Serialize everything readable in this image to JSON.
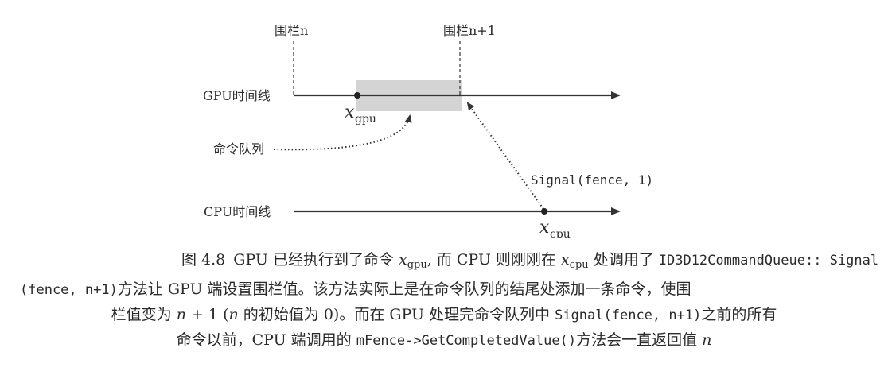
{
  "diagram": {
    "fence_n_label": "围栏n",
    "fence_n1_label": "围栏n+1",
    "gpu_timeline_label": "GPU时间线",
    "cpu_timeline_label": "CPU时间线",
    "x_gpu_main": "x",
    "x_gpu_sub": "gpu",
    "x_cpu_main": "x",
    "x_cpu_sub": "cpu",
    "command_queue_label": "命令队列",
    "signal_label": "Signal(fence, 1)"
  },
  "caption": {
    "figure_number": "图 4.8",
    "seg1": "GPU 已经执行到了命令 ",
    "x1": "x",
    "x1_sub": "gpu",
    "seg2": ", 而 CPU 则刚刚在 ",
    "x2": "x",
    "x2_sub": "cpu",
    "seg3": " 处调用了 ",
    "code1": "ID3D12CommandQueue:: Signal",
    "code2": "(fence, n+1)",
    "seg4": "方法让 GPU 端设置围栏值。该方法实际上是在命令队列的结尾处添加一条命令，使围",
    "seg5": "栏值变为 ",
    "n_var": "n",
    "seg6": " + 1 (",
    "n_var2": "n",
    "seg7": " 的初始值为 0)。而在 GPU 处理完命令队列中 ",
    "code3": "Signal(fence, n+1)",
    "seg8": "之前的所有",
    "seg9": "命令以前，CPU 端调用的 ",
    "code4": "mFence->GetCompletedValue()",
    "seg10": "方法会一直返回值 ",
    "n_var3": "n"
  },
  "colors": {
    "line": "#333333",
    "shade": "#d4d4d4"
  }
}
